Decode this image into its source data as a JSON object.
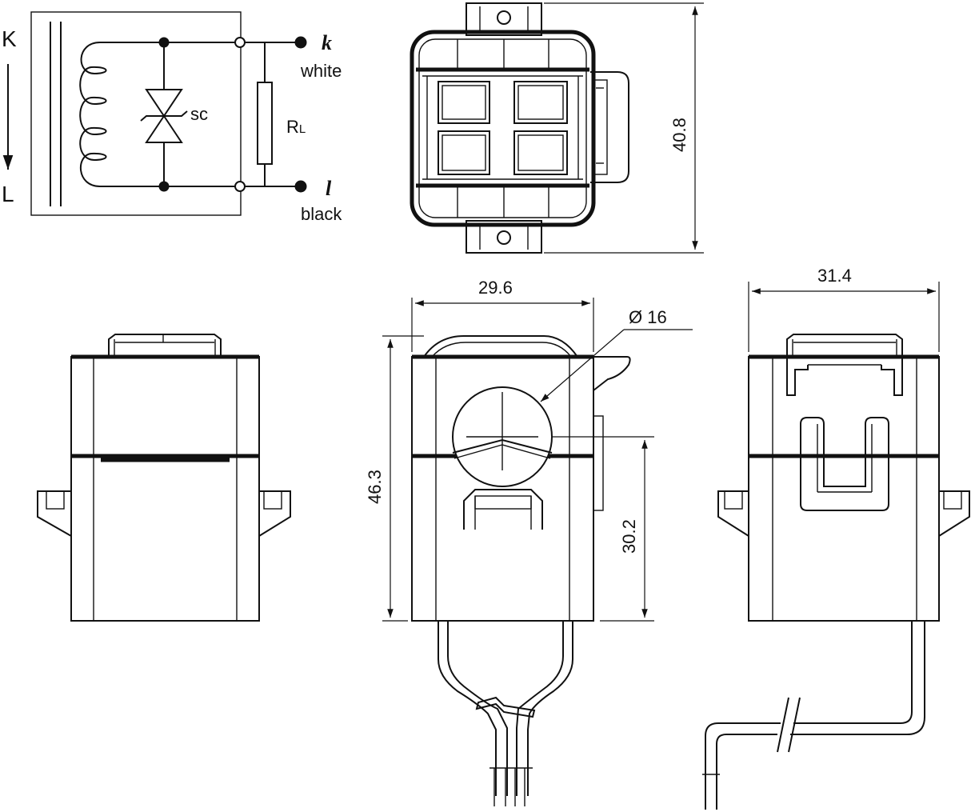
{
  "schematic": {
    "terminal_K": "K",
    "terminal_L": "L",
    "lead_k_symbol": "k",
    "lead_k_color": "white",
    "lead_l_symbol": "l",
    "lead_l_color": "black",
    "suppressor_label": "sc",
    "load_label_main": "R",
    "load_label_sub": "L"
  },
  "dimensions": {
    "top_height": "40.8",
    "front_width": "29.6",
    "aperture_diameter": "Ø 16",
    "front_height": "46.3",
    "aperture_center_height": "30.2",
    "side_width": "31.4"
  }
}
